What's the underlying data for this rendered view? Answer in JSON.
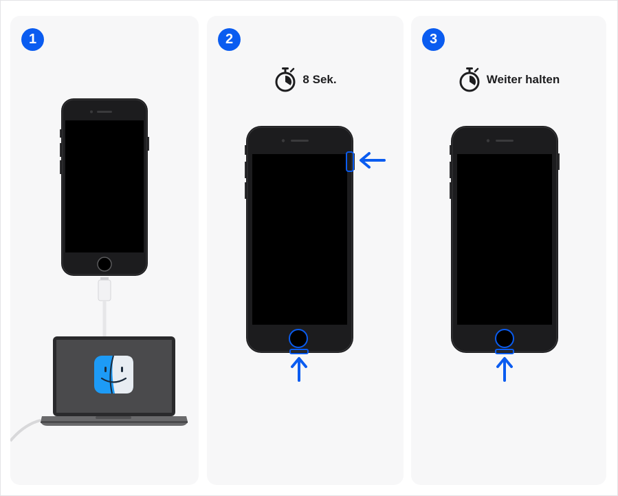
{
  "steps": [
    {
      "number": "1",
      "timer_text": ""
    },
    {
      "number": "2",
      "timer_text": "8 Sek."
    },
    {
      "number": "3",
      "timer_text": "Weiter halten"
    }
  ],
  "colors": {
    "accent_blue": "#0a5cf0",
    "panel_bg": "#f7f7f8",
    "phone_body": "#1c1c1e",
    "laptop_body": "#4a4a4c"
  },
  "icons": {
    "timer": "stopwatch-icon",
    "arrow_left": "arrow-left-icon",
    "arrow_up": "arrow-up-icon",
    "finder": "finder-logo-icon"
  }
}
